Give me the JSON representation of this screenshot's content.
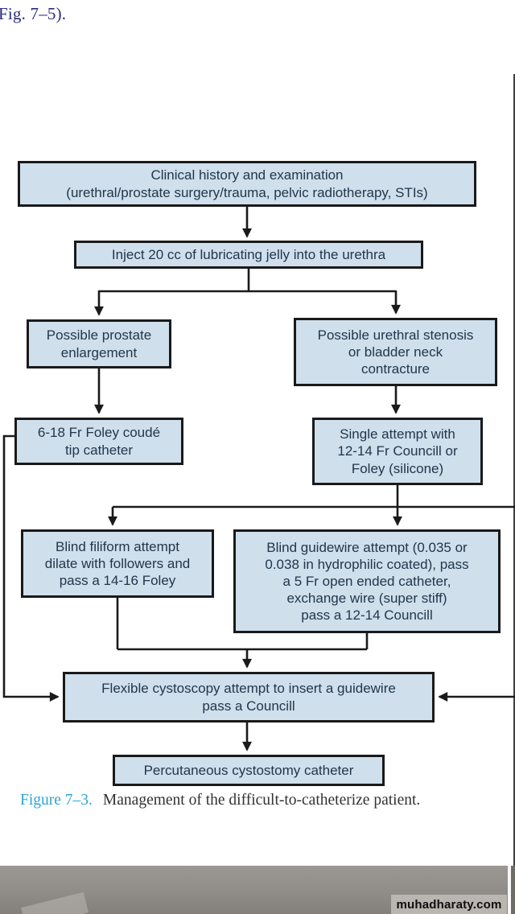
{
  "page": {
    "header_text": "Fig. 7–5).",
    "caption": {
      "label": "Figure 7–3.",
      "text": "Management of the difficult-to-catheterize patient."
    },
    "watermark": "muhadharaty.com"
  },
  "colors": {
    "box_fill": "#cfdfec",
    "box_border": "#1a1a1a",
    "box_text": "#21374b",
    "caption_accent": "#2ba6d4",
    "caption_text": "#343230",
    "header_text": "#2b2c7d",
    "photo_strip_grey": "#908c88",
    "watermark_box_grey": "#b9b5b0"
  },
  "flowchart": {
    "nodes": [
      {
        "id": "clinical-history",
        "text": "Clinical history and examination\n(urethral/prostate surgery/trauma, pelvic radiotherapy, STIs)"
      },
      {
        "id": "inject-jelly",
        "text": "Inject 20 cc of lubricating jelly into the urethra"
      },
      {
        "id": "prostate-enlargement",
        "text": "Possible prostate\nenlargement"
      },
      {
        "id": "urethral-stenosis",
        "text": "Possible urethral stenosis\nor bladder neck\ncontracture"
      },
      {
        "id": "foley-coude",
        "text": "6-18 Fr Foley coudé\ntip catheter"
      },
      {
        "id": "single-attempt",
        "text": "Single attempt with\n12-14 Fr Councill or\nFoley (silicone)"
      },
      {
        "id": "blind-filiform",
        "text": "Blind filiform attempt\ndilate with followers and\npass a 14-16 Foley"
      },
      {
        "id": "blind-guidewire",
        "text": "Blind guidewire attempt (0.035 or\n0.038 in hydrophilic coated), pass\na 5 Fr open ended catheter,\nexchange wire (super stiff)\npass a 12-14 Councill"
      },
      {
        "id": "flexible-cystoscopy",
        "text": "Flexible cystoscopy attempt to insert a guidewire\npass a Councill"
      },
      {
        "id": "percutaneous-cystostomy",
        "text": "Percutaneous cystostomy catheter"
      }
    ]
  }
}
